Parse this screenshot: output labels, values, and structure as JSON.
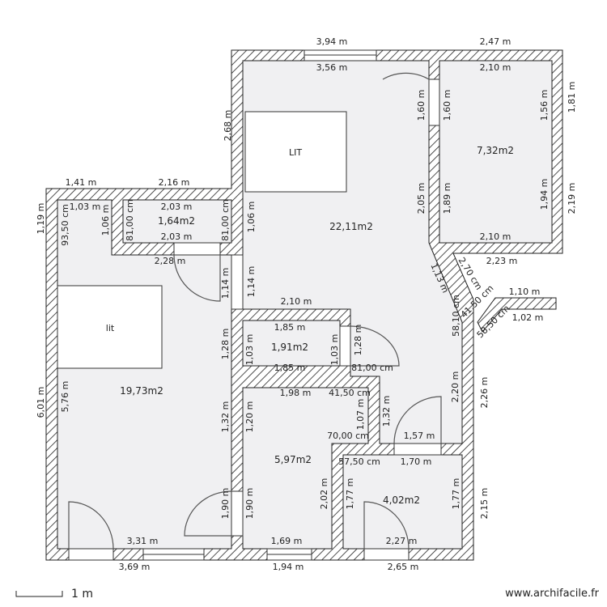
{
  "plan": {
    "rooms": {
      "bedroom_main_area": "22,11m2",
      "right_room_area": "7,32m2",
      "small_top_room_area": "1,64m2",
      "living_area": "19,73m2",
      "small_room_area": "1,91m2",
      "middle_room_area": "5,97m2",
      "bottom_right_room_area": "4,02m2"
    },
    "furniture": {
      "bed_upper": "LIT",
      "bed_left": "lit"
    },
    "dimensions": [
      "3,94 m",
      "3,56 m",
      "2,47 m",
      "2,10 m",
      "2,10 m",
      "2,23 m",
      "1,41 m",
      "2,16 m",
      "1,03 m",
      "2,03 m",
      "2,03 m",
      "2,28 m",
      "2,10 m",
      "1,85 m",
      "1,85 m",
      "81,00 cm",
      "1,98 m",
      "41,50 cm",
      "70,00 cm",
      "1,57 m",
      "57,50 cm",
      "1,70 m",
      "3,31 m",
      "1,69 m",
      "2,27 m",
      "3,69 m",
      "1,94 m",
      "2,65 m",
      "1,10 m",
      "1,02 m",
      "2,68 m",
      "1,60 m",
      "1,60 m",
      "1,56 m",
      "1,81 m",
      "2,05 m",
      "1,89 m",
      "1,94 m",
      "2,19 m",
      "1,19 m",
      "93,50 cm",
      "1,06 m",
      "81,00 cm",
      "81,00 cm",
      "1,06 m",
      "1,14 m",
      "1,14 m",
      "1,28 m",
      "1,03 m",
      "1,03 m",
      "1,28 m",
      "2,20 m",
      "2,26 m",
      "6,01 m",
      "5,76 m",
      "1,32 m",
      "1,20 m",
      "1,07 m",
      "1,32 m",
      "1,90 m",
      "1,90 m",
      "2,02 m",
      "1,77 m",
      "1,77 m",
      "2,15 m",
      "58,10 cm",
      "1,13 m",
      "2,70 cm",
      "41,50 cm",
      "58,50 cm"
    ]
  },
  "scale": {
    "label": "1 m"
  },
  "watermark": "www.archifacile.fr",
  "colors": {
    "wall_hatch": "#222222",
    "room_fill": "#f0f0f2",
    "background": "#ffffff"
  }
}
